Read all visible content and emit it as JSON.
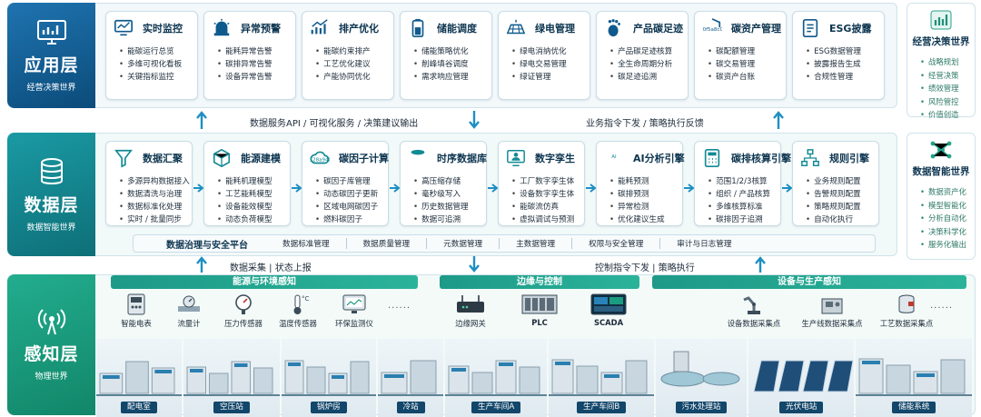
{
  "layers": {
    "app": {
      "title": "应用层",
      "subtitle": "经营决策世界"
    },
    "data": {
      "title": "数据层",
      "subtitle": "数据智能世界"
    },
    "sense": {
      "title": "感知层",
      "subtitle": "物理世界"
    }
  },
  "app_cards": [
    {
      "title": "实时监控",
      "items": [
        "能碳运行总览",
        "多维可视化看板",
        "关键指标监控"
      ]
    },
    {
      "title": "异常预警",
      "items": [
        "能耗异常告警",
        "碳排异常告警",
        "设备异常告警"
      ]
    },
    {
      "title": "排产优化",
      "items": [
        "能碳约束排产",
        "工艺优化建议",
        "产能协同优化"
      ]
    },
    {
      "title": "储能调度",
      "items": [
        "储能策略优化",
        "削峰填谷调度",
        "需求响应管理"
      ]
    },
    {
      "title": "绿电管理",
      "items": [
        "绿电消纳优化",
        "绿电交易管理",
        "绿证管理"
      ]
    },
    {
      "title": "产品碳足迹",
      "items": [
        "产品碳足迹核算",
        "全生命周期分析",
        "碳足迹追溯"
      ]
    },
    {
      "title": "碳资产管理",
      "items": [
        "碳配额管理",
        "碳交易管理",
        "碳资产台账"
      ]
    },
    {
      "title": "ESG披露",
      "items": [
        "ESG数据管理",
        "披露报告生成",
        "合规性管理"
      ]
    }
  ],
  "app_side": {
    "title": "经营决策世界",
    "items": [
      "战略规划",
      "经营决策",
      "绩效管理",
      "风险管控",
      "价值创造"
    ]
  },
  "flow_upper": {
    "up_text": "数据服务API / 可视化服务 / 决策建议输出",
    "down_text": "业务指令下发 / 策略执行反馈"
  },
  "data_cards": [
    {
      "title": "数据汇聚",
      "items": [
        "多源异构数据接入",
        "数据清洗与治理",
        "数据标准化处理",
        "实时 / 批量同步"
      ]
    },
    {
      "title": "能源建模",
      "items": [
        "能耗机理模型",
        "工艺能耗模型",
        "设备能效模型",
        "动态负荷模型"
      ]
    },
    {
      "title": "碳因子计算",
      "items": [
        "碳因子库管理",
        "动态碳因子更新",
        "区域电网碳因子",
        "燃料碳因子"
      ]
    },
    {
      "title": "时序数据库",
      "items": [
        "高压缩存储",
        "毫秒级写入",
        "历史数据管理",
        "数据可追溯"
      ]
    },
    {
      "title": "数字孪生",
      "items": [
        "工厂数字孪生体",
        "设备数字孪生体",
        "能碳流仿真",
        "虚拟调试与预测"
      ]
    },
    {
      "title": "AI分析引擎",
      "items": [
        "能耗预测",
        "碳排预测",
        "异常检测",
        "优化建议生成"
      ]
    },
    {
      "title": "碳排核算引擎",
      "items": [
        "范围1/2/3核算",
        "组织 / 产品核算",
        "多维核算标准",
        "碳排因子追溯"
      ]
    },
    {
      "title": "规则引擎",
      "items": [
        "业务规则配置",
        "告警规则配置",
        "策略规则配置",
        "自动化执行"
      ]
    }
  ],
  "data_side": {
    "title": "数据智能世界",
    "items": [
      "数据资产化",
      "模型智能化",
      "分析自动化",
      "决策科学化",
      "服务化输出"
    ]
  },
  "governance": {
    "title": "数据治理与安全平台",
    "items": [
      "数据标准管理",
      "数据质量管理",
      "元数据管理",
      "主数据管理",
      "权限与安全管理",
      "审计与日志管理"
    ]
  },
  "flow_lower": {
    "up_text": "数据采集 | 状态上报",
    "down_text": "控制指令下发 | 策略执行"
  },
  "sense_groups": {
    "energy": {
      "title": "能源与环境感知",
      "devices": [
        "智能电表",
        "流量计",
        "压力传感器",
        "温度传感器",
        "环保监测仪"
      ],
      "more": "······"
    },
    "edge": {
      "title": "边缘与控制",
      "devices": [
        "边缘网关",
        "PLC",
        "SCADA"
      ]
    },
    "equip": {
      "title": "设备与生产感知",
      "devices": [
        "设备数据采集点",
        "生产线数据采集点",
        "工艺数据采集点"
      ],
      "more": "······"
    }
  },
  "plants": [
    "配电室",
    "空压站",
    "锅炉房",
    "冷站",
    "生产车间A",
    "生产车间B",
    "污水处理站",
    "光伏电站",
    "储能系统"
  ],
  "colors": {
    "app": "#0f5a8c",
    "data": "#128a94",
    "sense": "#1a9c80",
    "accent": "#16a085",
    "navy": "#12466a"
  }
}
